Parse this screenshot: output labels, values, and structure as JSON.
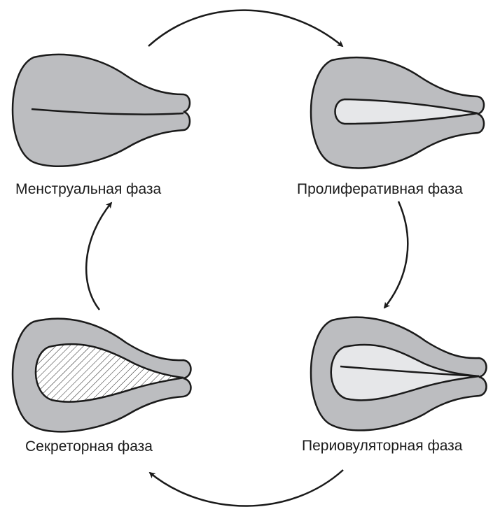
{
  "phases": {
    "menstrual": {
      "label": "Менструальная фаза"
    },
    "proliferative": {
      "label": "Пролиферативная фаза"
    },
    "periovulatory": {
      "label": "Периовуляторная фаза"
    },
    "secretory": {
      "label": "Секреторная фаза"
    }
  },
  "colors": {
    "uterus_fill": "#bcbdc0",
    "cavity_fill": "#e6e7e9",
    "outline": "#1a1a1a",
    "hatch": "#1a1a1a",
    "arrow": "#1a1a1a"
  }
}
